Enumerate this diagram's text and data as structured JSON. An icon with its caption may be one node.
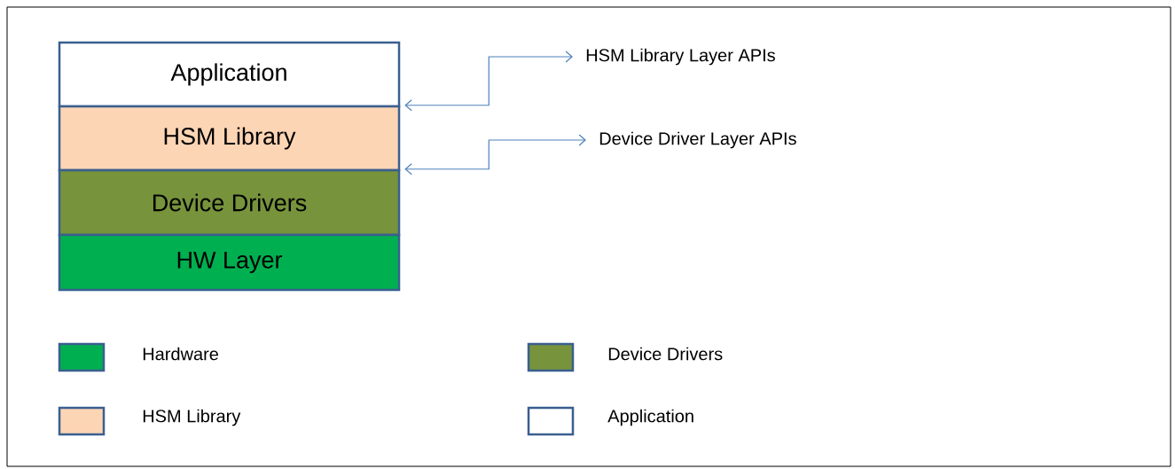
{
  "diagram": {
    "nodes": [
      {
        "text": [
          "Application"
        ]
      },
      {
        "text": [
          "HSM Library"
        ]
      },
      {
        "text": [
          "Device Drivers"
        ]
      },
      {
        "text": [
          "HW Layer"
        ]
      },
      {
        "text": [
          "HSM Library Layer APIs"
        ]
      },
      {
        "text": [
          "Device Driver Layer APIs"
        ]
      }
    ],
    "edges": [
      {
        "from": 1,
        "to": 4,
        "arrow": "both"
      },
      {
        "from": 2,
        "to": 5,
        "arrow": "both"
      }
    ],
    "legend": [
      {
        "text": "Hardware",
        "color": "#00b050"
      },
      {
        "text": "Device Drivers",
        "color": "#77933c"
      },
      {
        "text": "HSM Library",
        "color": "#fcd5b5"
      },
      {
        "text": "Application"
      }
    ]
  }
}
